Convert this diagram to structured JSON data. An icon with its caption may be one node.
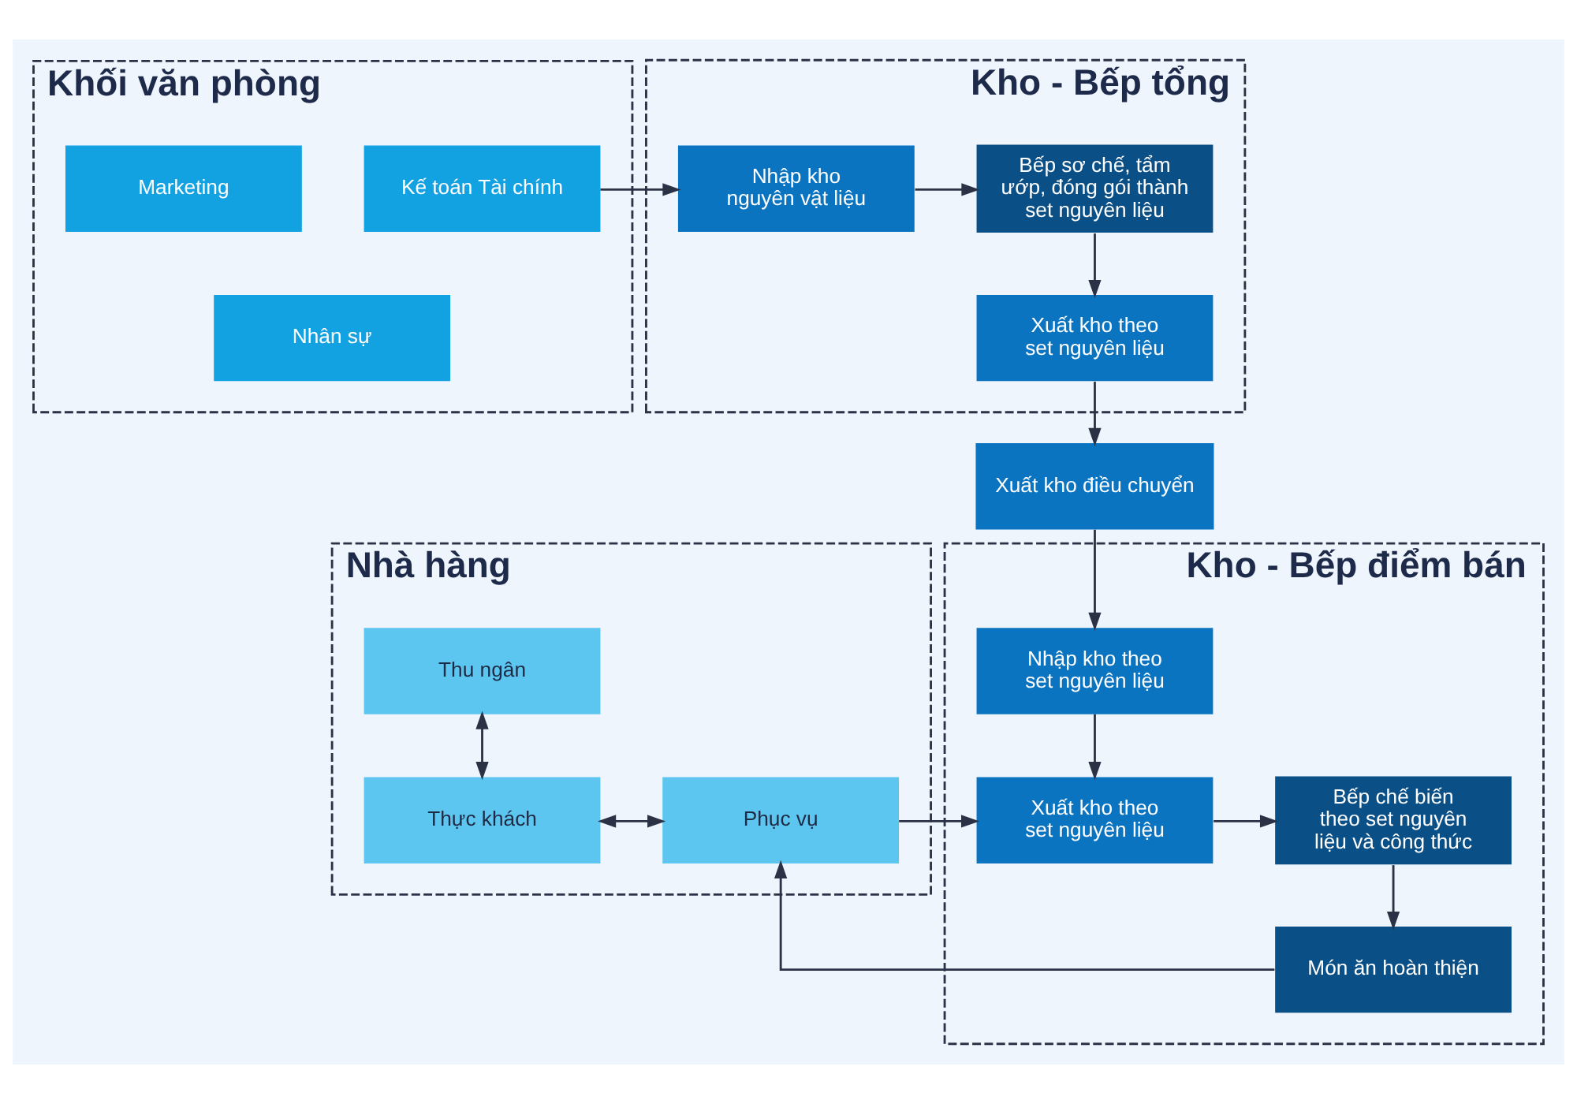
{
  "diagram": {
    "nodes": [
      {
        "text": [
          "Khối văn phòng"
        ]
      },
      {
        "text": [
          "Marketing"
        ],
        "in": 0
      },
      {
        "text": [
          "Kế toán Tài chính"
        ],
        "in": 0
      },
      {
        "text": [
          "Nhân sự"
        ],
        "in": 0
      },
      {
        "text": [
          "Kho - Bếp tổng"
        ]
      },
      {
        "text": [
          "Nhập kho nguyên vật liệu"
        ],
        "in": 4
      },
      {
        "text": [
          "Bếp sơ chế, tẩm ướp, đóng gói thành set nguyên liệu"
        ],
        "in": 4
      },
      {
        "text": [
          "Xuất kho theo set nguyên liệu"
        ],
        "in": 4
      },
      {
        "text": [
          "Xuất kho điều chuyển"
        ]
      },
      {
        "text": [
          "Nhà hàng"
        ]
      },
      {
        "text": [
          "Thu ngân"
        ],
        "in": 9
      },
      {
        "text": [
          "Thực khách"
        ],
        "in": 9
      },
      {
        "text": [
          "Phục vụ"
        ],
        "in": 9
      },
      {
        "text": [
          "Kho - Bếp điểm bán"
        ]
      },
      {
        "text": [
          "Nhập kho theo set nguyên liệu"
        ],
        "in": 13
      },
      {
        "text": [
          "Xuất kho theo set nguyên liệu"
        ],
        "in": 13
      },
      {
        "text": [
          "Bếp chế biến theo set nguyên liệu và công thức"
        ],
        "in": 13
      },
      {
        "text": [
          "Món ăn hoàn thiện"
        ],
        "in": 13
      }
    ],
    "edges": [
      {
        "from": 2,
        "to": 5,
        "arrow": "to"
      },
      {
        "from": 5,
        "to": 6,
        "arrow": "to"
      },
      {
        "from": 6,
        "to": 7,
        "arrow": "to"
      },
      {
        "from": 7,
        "to": 8,
        "arrow": "to"
      },
      {
        "from": 8,
        "to": 14,
        "arrow": "to"
      },
      {
        "from": 14,
        "to": 15,
        "arrow": "to"
      },
      {
        "from": 15,
        "to": 16,
        "arrow": "to"
      },
      {
        "from": 16,
        "to": 17,
        "arrow": "to"
      },
      {
        "from": 17,
        "to": 12,
        "arrow": "to"
      },
      {
        "from": 12,
        "to": 15,
        "arrow": "to"
      },
      {
        "from": 10,
        "to": 11,
        "arrow": "both"
      },
      {
        "from": 11,
        "to": 12,
        "arrow": "both"
      }
    ]
  }
}
